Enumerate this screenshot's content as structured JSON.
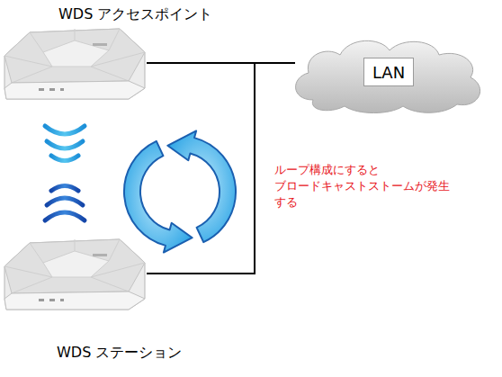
{
  "diagram": {
    "nodes": [
      {
        "text": [
          "WDS アクセスポイント"
        ]
      },
      {
        "text": [
          "LAN"
        ]
      },
      {
        "text": [
          "WDS ステーション"
        ]
      }
    ],
    "edges": [
      {
        "from": 0,
        "to": 1,
        "arrow": "none"
      },
      {
        "from": 2,
        "to": 1,
        "arrow": "none"
      }
    ],
    "labels": [
      "ループ構成にすると ブロードキャストストームが発生 する"
    ]
  }
}
